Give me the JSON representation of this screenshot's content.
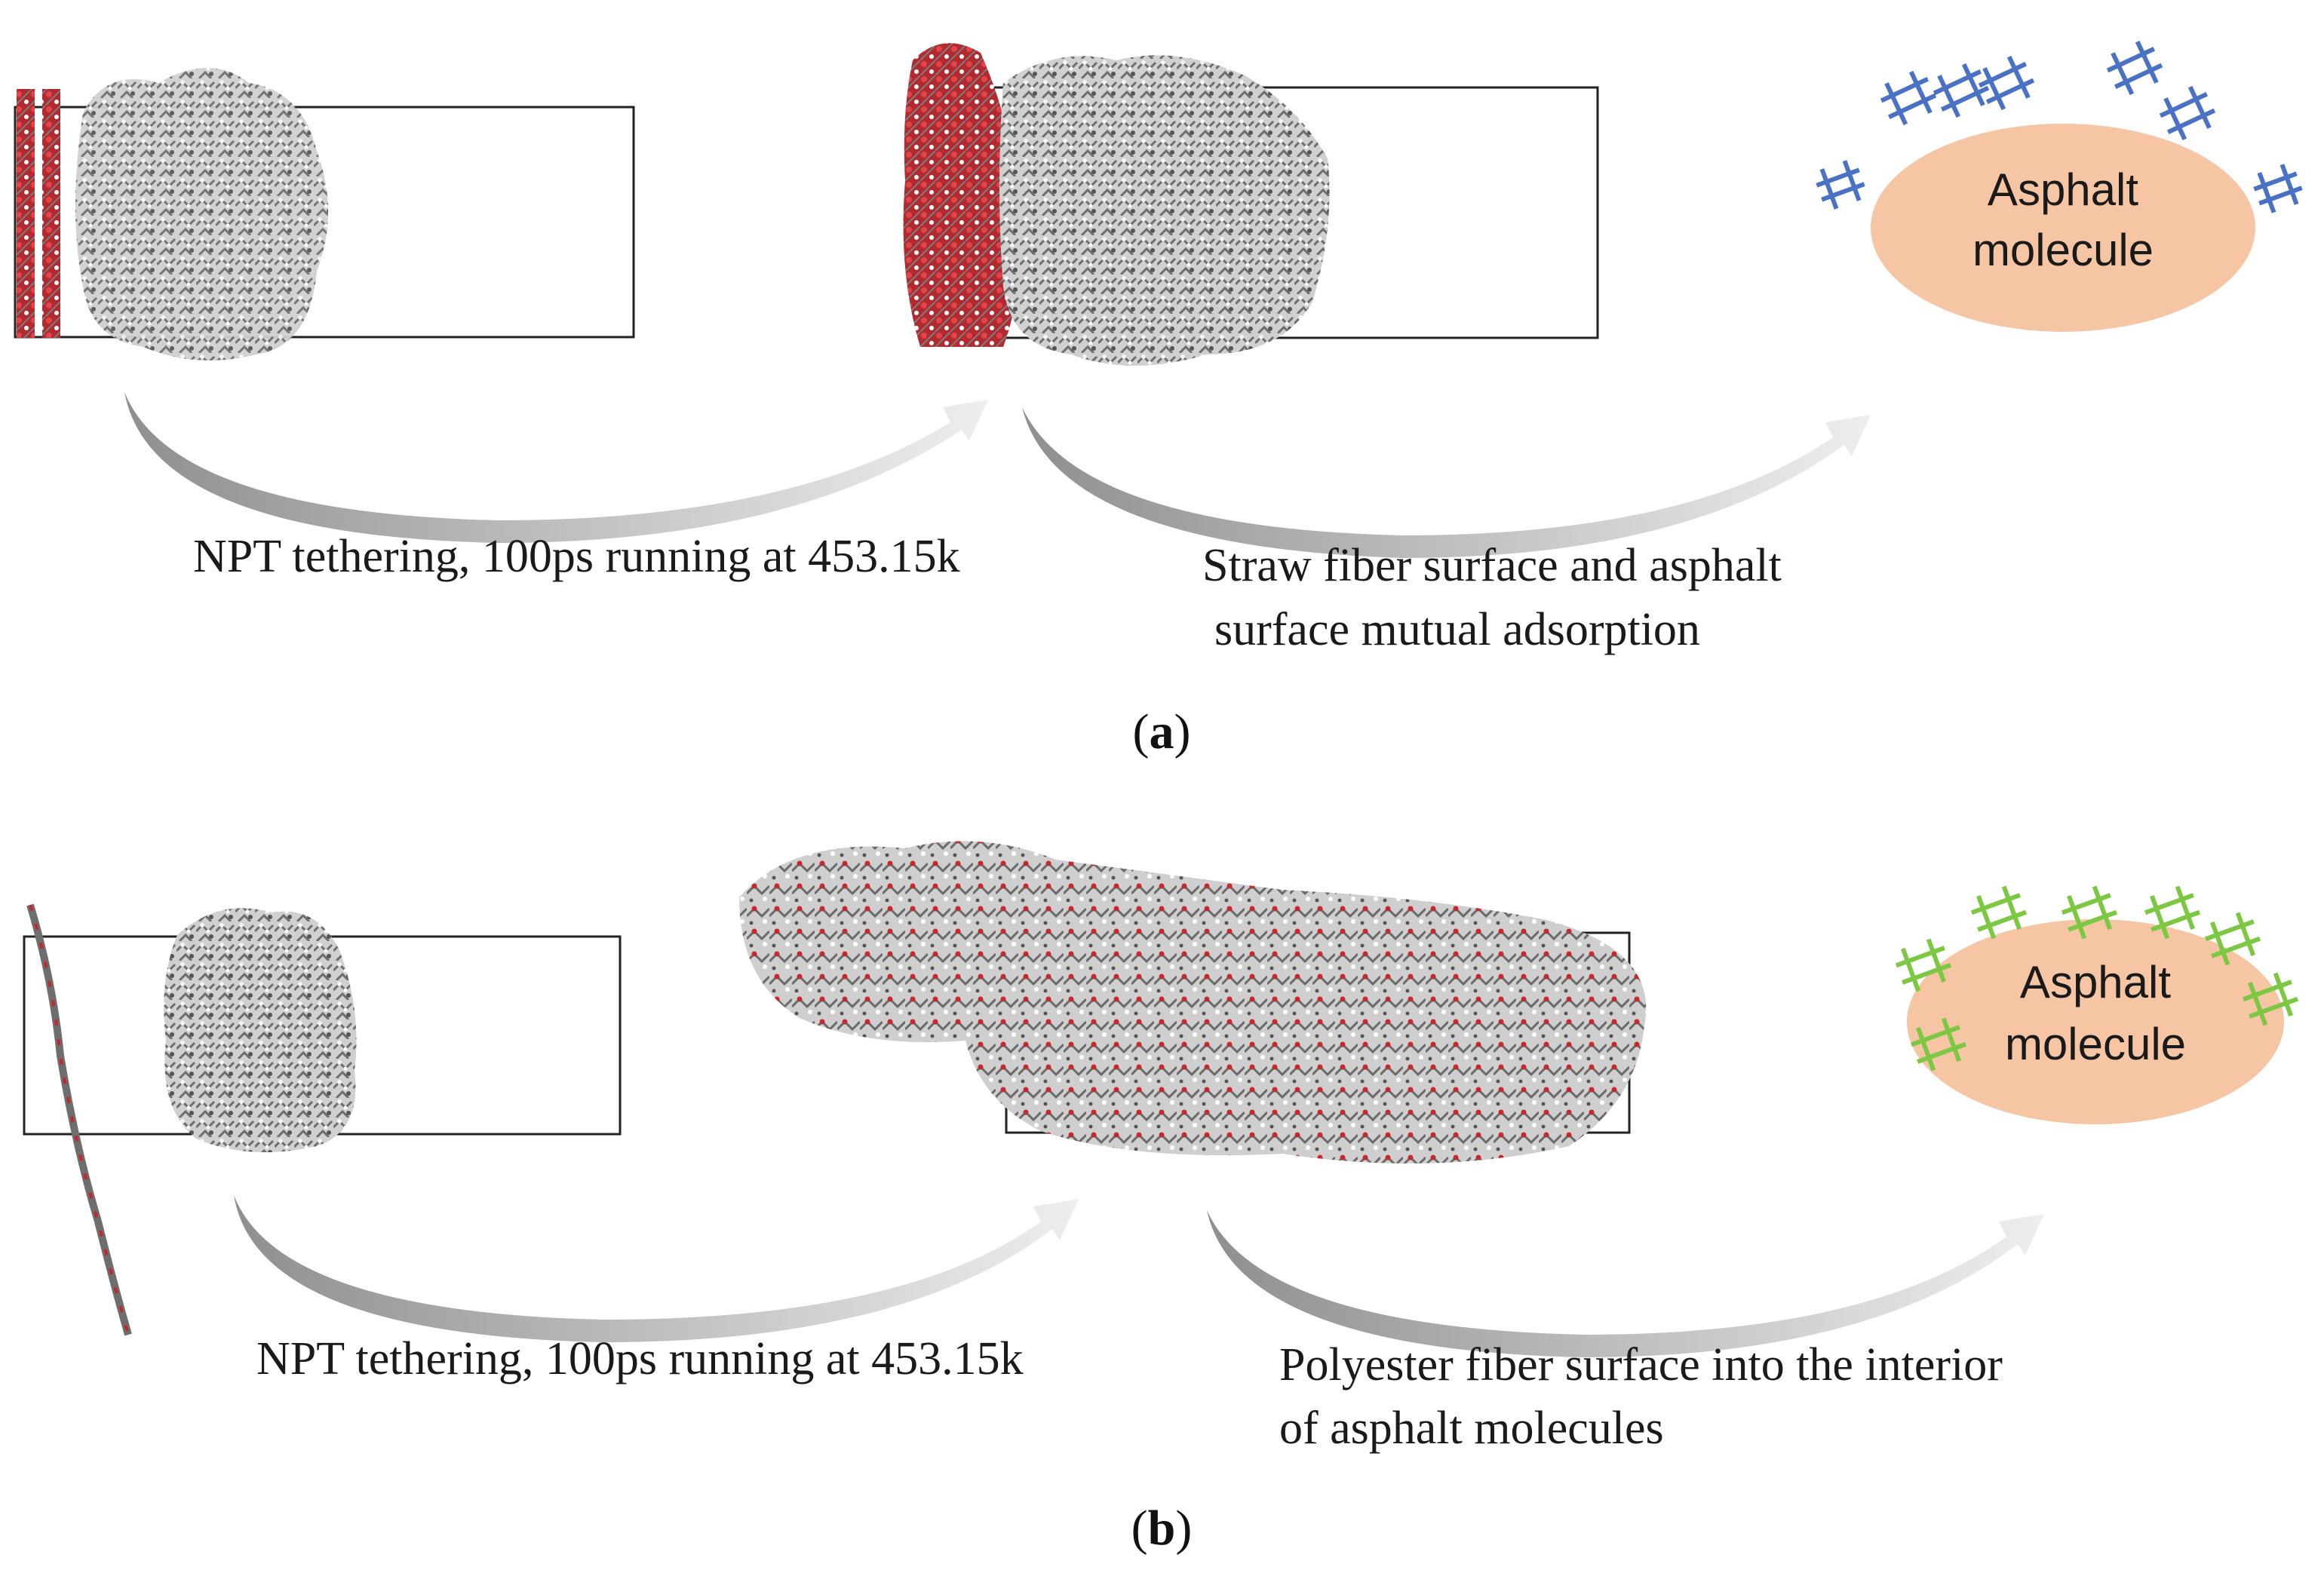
{
  "panel_a": {
    "label_letter": "a",
    "caption_left": "NPT tethering, 100ps running at 453.15k",
    "caption_right_line1": "Straw fiber surface and asphalt",
    "caption_right_line2": "surface mutual adsorption",
    "bubble_line1": "Asphalt",
    "bubble_line2": "molecule",
    "fiber_color": "#c0282d",
    "hash_color": "#4a72c4"
  },
  "panel_b": {
    "label_letter": "b",
    "caption_left": "NPT tethering, 100ps running at 453.15k",
    "caption_right_line1": "Polyester fiber surface into the interior",
    "caption_right_line2": "of asphalt molecules",
    "bubble_line1": "Asphalt",
    "bubble_line2": "molecule",
    "fiber_color": "#c0282d",
    "hash_color": "#7cc843"
  },
  "colors": {
    "bubble_fill": "#f6c6a4",
    "molecule_gray": "#8a8a8a",
    "arrow_gray": "#b5b5b5"
  }
}
